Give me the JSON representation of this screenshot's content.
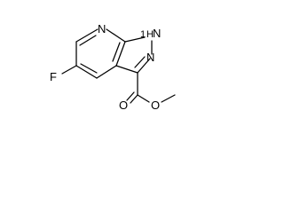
{
  "molecule": {
    "atoms": {
      "ring_nitrogen": "N",
      "pyrazole_nh_hydrogen": "H",
      "pyrazole_nh_number": "1",
      "pyrazole_nh_nitrogen": "N",
      "pyrazole_nitrogen_2": "N",
      "fluorine": "F",
      "ester_carbonyl_oxygen": "O",
      "ester_ether_oxygen": "O"
    }
  }
}
